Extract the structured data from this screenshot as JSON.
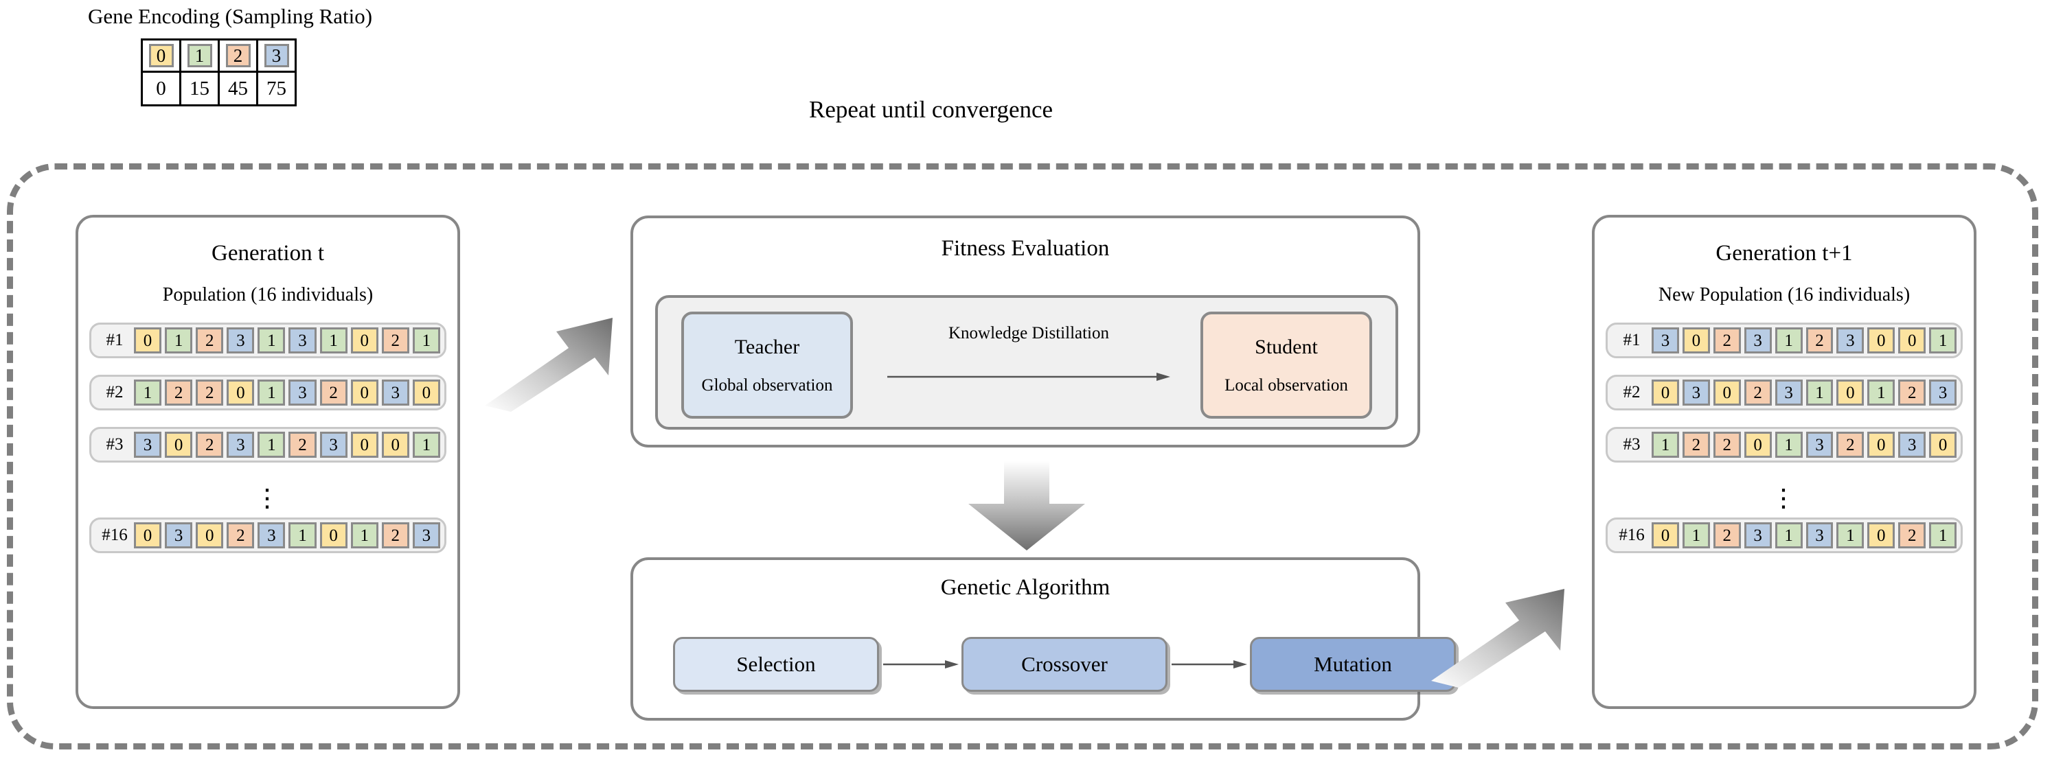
{
  "legend": {
    "title": "Gene Encoding (Sampling Ratio)",
    "codes": [
      "0",
      "1",
      "2",
      "3"
    ],
    "values": [
      "0",
      "15",
      "45",
      "75"
    ]
  },
  "loop": {
    "title": "Repeat until  convergence"
  },
  "generation_t": {
    "title": "Generation t",
    "subtitle": "Population (16 individuals)",
    "ellipsis": "⋮",
    "individuals": [
      {
        "label": "#1",
        "genes": [
          0,
          1,
          2,
          3,
          1,
          3,
          1,
          0,
          2,
          1
        ]
      },
      {
        "label": "#2",
        "genes": [
          1,
          2,
          2,
          0,
          1,
          3,
          2,
          0,
          3,
          0
        ]
      },
      {
        "label": "#3",
        "genes": [
          3,
          0,
          2,
          3,
          1,
          2,
          3,
          0,
          0,
          1
        ]
      },
      {
        "label": "#16",
        "genes": [
          0,
          3,
          0,
          2,
          3,
          1,
          0,
          1,
          2,
          3
        ]
      }
    ]
  },
  "generation_next": {
    "title": "Generation t+1",
    "subtitle": "New Population (16 individuals)",
    "ellipsis": "⋮",
    "individuals": [
      {
        "label": "#1",
        "genes": [
          3,
          0,
          2,
          3,
          1,
          2,
          3,
          0,
          0,
          1
        ]
      },
      {
        "label": "#2",
        "genes": [
          0,
          3,
          0,
          2,
          3,
          1,
          0,
          1,
          2,
          3
        ]
      },
      {
        "label": "#3",
        "genes": [
          1,
          2,
          2,
          0,
          1,
          3,
          2,
          0,
          3,
          0
        ]
      },
      {
        "label": "#16",
        "genes": [
          0,
          1,
          2,
          3,
          1,
          3,
          1,
          0,
          2,
          1
        ]
      }
    ]
  },
  "fitness": {
    "title": "Fitness Evaluation",
    "distillation_label": "Knowledge Distillation",
    "teacher": {
      "name": "Teacher",
      "observation": "Global observation"
    },
    "student": {
      "name": "Student",
      "observation": "Local observation"
    }
  },
  "genetic_algorithm": {
    "title": "Genetic Algorithm",
    "steps": [
      "Selection",
      "Crossover",
      "Mutation"
    ]
  },
  "colors": {
    "gene_0": "#fce3a0",
    "gene_1": "#cfe3c0",
    "gene_2": "#f6cdaf",
    "gene_3": "#b8cce4",
    "teacher": "#dce6f2",
    "student": "#fae5d7",
    "selection": "#dce6f4",
    "crossover": "#b3c7e6",
    "mutation": "#8fabd8",
    "border": "#878787",
    "dashed_border": "#7f7f7f"
  }
}
